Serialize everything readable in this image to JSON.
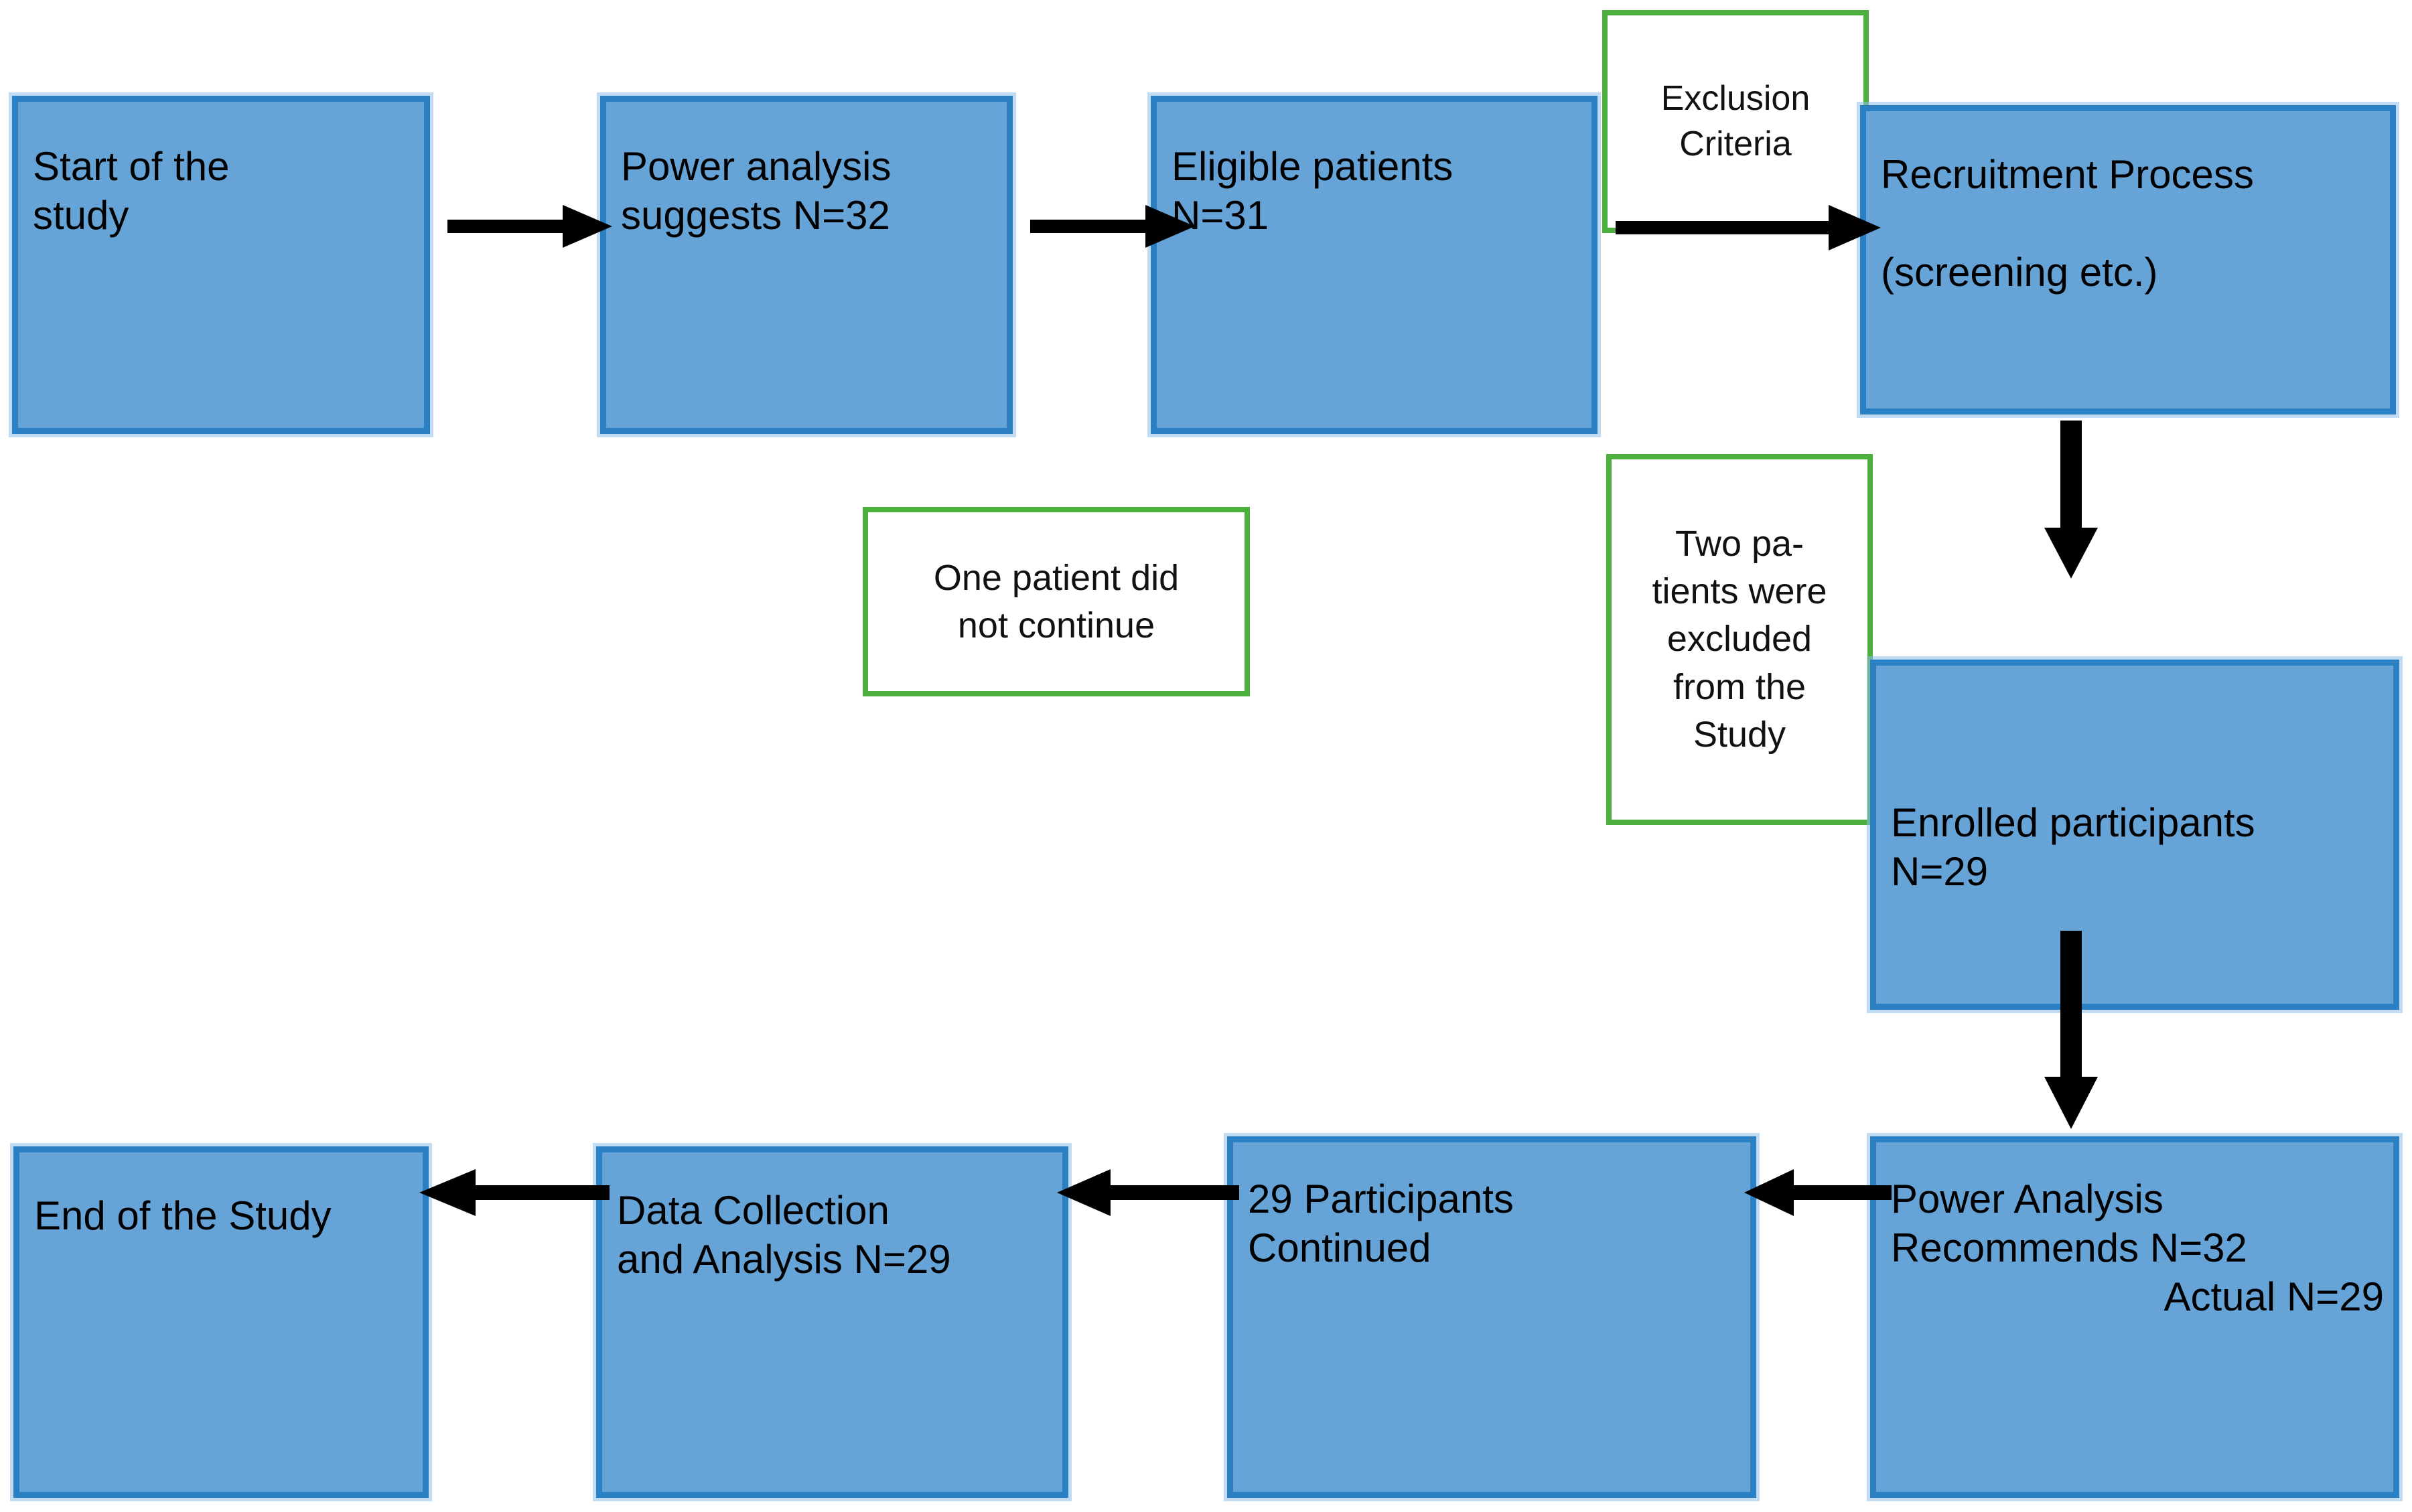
{
  "diagram": {
    "title": "Study flow diagram",
    "colors": {
      "box_fill": "#66a3d7",
      "box_border": "#2b80c4",
      "note_border": "#4caf3e",
      "note_fill": "#ffffff",
      "arrow": "#000000",
      "background": "#ffffff"
    },
    "nodes": [
      {
        "id": "start",
        "text": "Start of the\nstudy"
      },
      {
        "id": "power1",
        "text": "Power analysis\nsuggests N=32"
      },
      {
        "id": "eligible",
        "text": "Eligible patients\nN=31"
      },
      {
        "id": "recruitment",
        "text": "Recruitment Process\n\n(screening etc.)"
      },
      {
        "id": "enrolled",
        "text": "Enrolled participants\nN=29"
      },
      {
        "id": "power2_l1",
        "text": "Power Analysis"
      },
      {
        "id": "power2_l2",
        "text": "Recommends N=32"
      },
      {
        "id": "power2_l3",
        "text": "Actual N=29"
      },
      {
        "id": "continued",
        "text": "29 Participants\nContinued"
      },
      {
        "id": "datacoll",
        "text": "Data Collection\nand Analysis N=29"
      },
      {
        "id": "end",
        "text": "End of the Study"
      }
    ],
    "notes": [
      {
        "id": "exclusion",
        "text": "Exclusion\nCriteria"
      },
      {
        "id": "one_patient",
        "text": "One patient  did\nnot continue"
      },
      {
        "id": "two_patients",
        "text": "Two pa-\ntients were\nexcluded\nfrom the\nStudy"
      }
    ],
    "edges": [
      {
        "id": "start-to-power1",
        "from": "start",
        "to": "power1",
        "direction": "right"
      },
      {
        "id": "power1-to-eligible",
        "from": "power1",
        "to": "eligible",
        "direction": "right"
      },
      {
        "id": "eligible-to-recruitment",
        "from": "eligible",
        "to": "recruitment",
        "direction": "right"
      },
      {
        "id": "recruitment-to-enrolled",
        "from": "recruitment",
        "to": "enrolled",
        "direction": "down"
      },
      {
        "id": "enrolled-to-power2",
        "from": "enrolled",
        "to": "power2",
        "direction": "down"
      },
      {
        "id": "power2-to-continued",
        "from": "power2",
        "to": "continued",
        "direction": "left"
      },
      {
        "id": "continued-to-datacoll",
        "from": "continued",
        "to": "datacoll",
        "direction": "left"
      },
      {
        "id": "datacoll-to-end",
        "from": "datacoll",
        "to": "end",
        "direction": "left"
      }
    ]
  }
}
